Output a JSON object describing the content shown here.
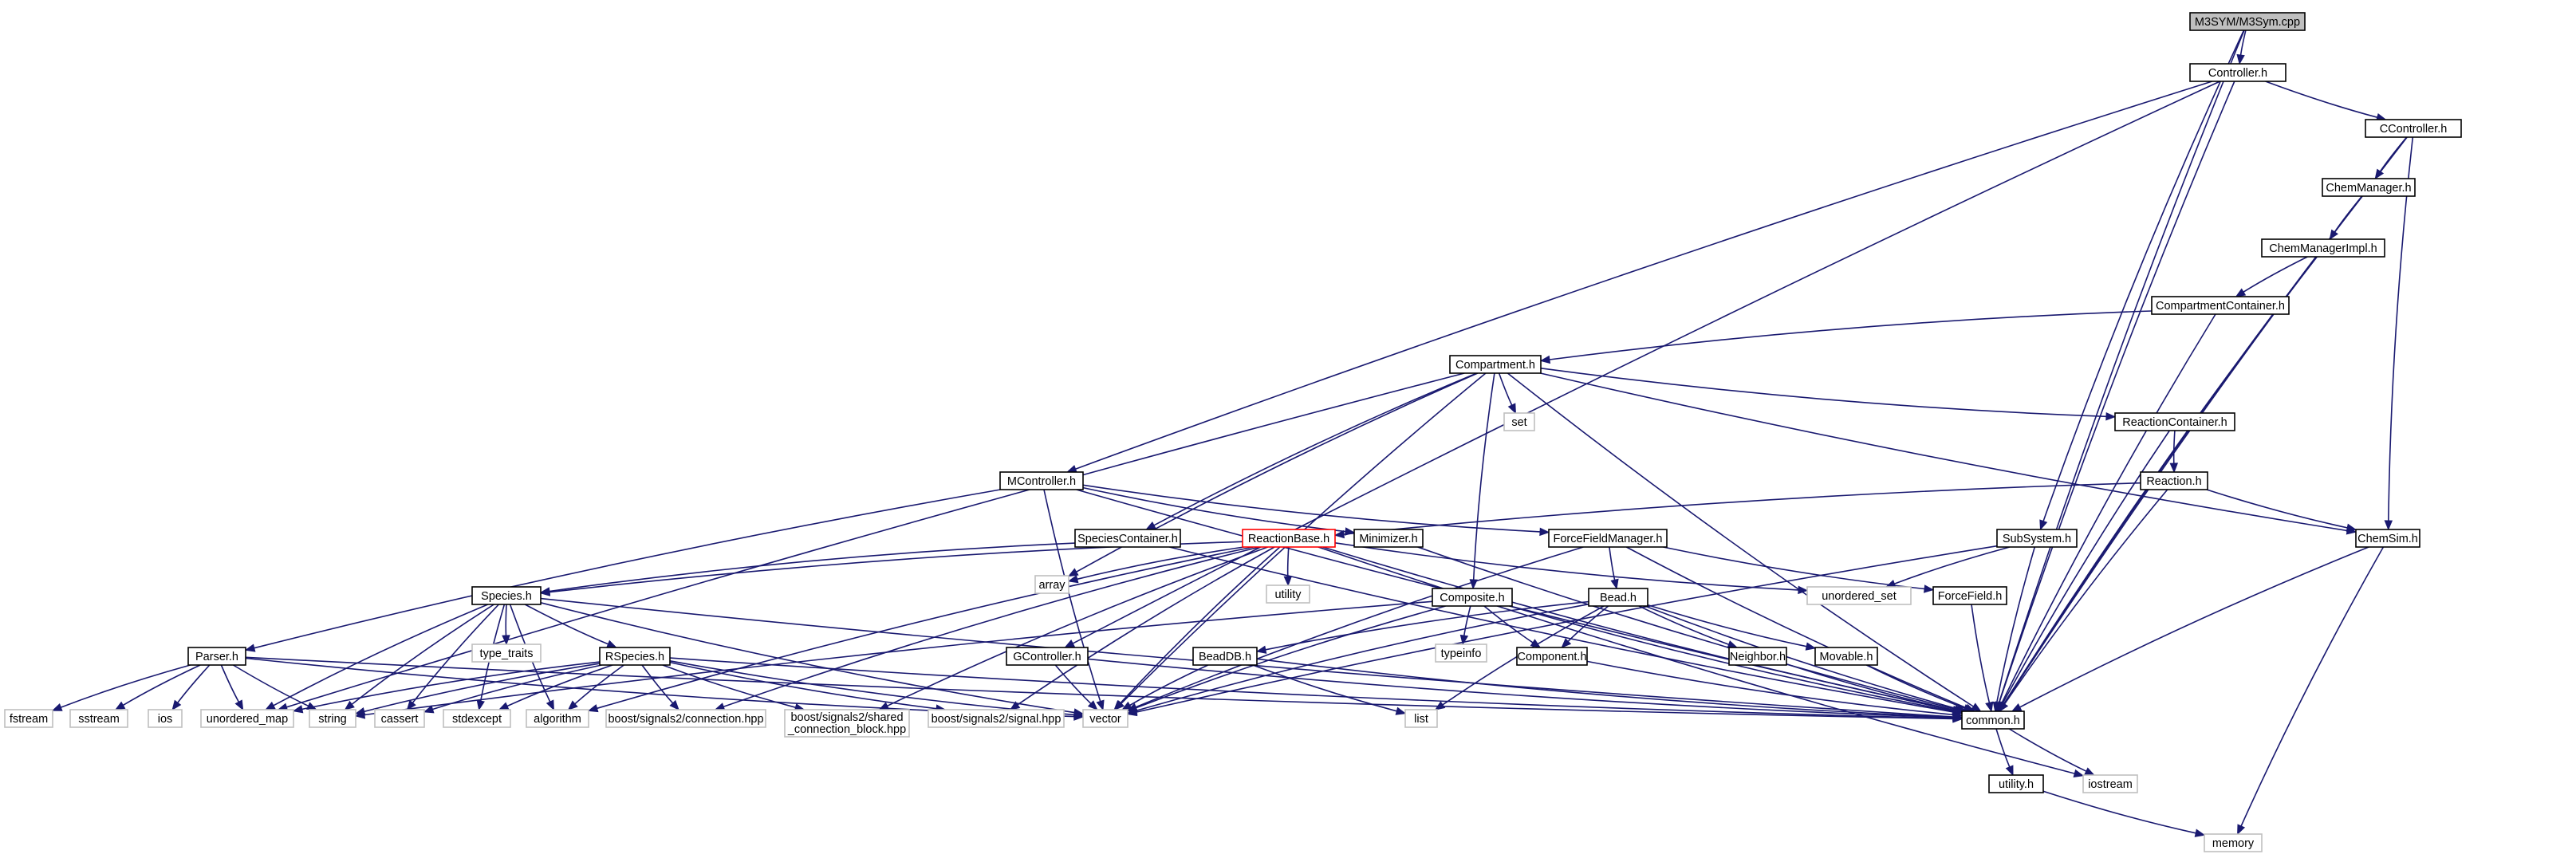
{
  "nodes": [
    {
      "id": "root",
      "label": "M3SYM/M3Sym.cpp",
      "kind": "root"
    },
    {
      "id": "controller",
      "label": "Controller.h",
      "kind": "normal"
    },
    {
      "id": "ccontroller",
      "label": "CController.h",
      "kind": "normal"
    },
    {
      "id": "chemmanager",
      "label": "ChemManager.h",
      "kind": "normal"
    },
    {
      "id": "chemmanagerimpl",
      "label": "ChemManagerImpl.h",
      "kind": "normal"
    },
    {
      "id": "compartmentcontainer",
      "label": "CompartmentContainer.h",
      "kind": "normal"
    },
    {
      "id": "compartment",
      "label": "Compartment.h",
      "kind": "normal"
    },
    {
      "id": "set",
      "label": "set",
      "kind": "system"
    },
    {
      "id": "reactioncontainer",
      "label": "ReactionContainer.h",
      "kind": "normal"
    },
    {
      "id": "reaction",
      "label": "Reaction.h",
      "kind": "normal"
    },
    {
      "id": "mcontroller",
      "label": "MController.h",
      "kind": "normal"
    },
    {
      "id": "speciescontainer",
      "label": "SpeciesContainer.h",
      "kind": "normal"
    },
    {
      "id": "reactionbase",
      "label": "ReactionBase.h",
      "kind": "highlight"
    },
    {
      "id": "minimizer",
      "label": "Minimizer.h",
      "kind": "normal"
    },
    {
      "id": "forcefieldmanager",
      "label": "ForceFieldManager.h",
      "kind": "normal"
    },
    {
      "id": "subsystem",
      "label": "SubSystem.h",
      "kind": "normal"
    },
    {
      "id": "chemsim",
      "label": "ChemSim.h",
      "kind": "normal"
    },
    {
      "id": "array",
      "label": "array",
      "kind": "system"
    },
    {
      "id": "utility",
      "label": "utility",
      "kind": "system"
    },
    {
      "id": "unordered_set",
      "label": "unordered_set",
      "kind": "system"
    },
    {
      "id": "forcefield",
      "label": "ForceField.h",
      "kind": "normal"
    },
    {
      "id": "species",
      "label": "Species.h",
      "kind": "normal"
    },
    {
      "id": "composite",
      "label": "Composite.h",
      "kind": "normal"
    },
    {
      "id": "bead",
      "label": "Bead.h",
      "kind": "normal"
    },
    {
      "id": "type_traits",
      "label": "type_traits",
      "kind": "system"
    },
    {
      "id": "typeinfo",
      "label": "typeinfo",
      "kind": "system"
    },
    {
      "id": "parser",
      "label": "Parser.h",
      "kind": "normal"
    },
    {
      "id": "rspecies",
      "label": "RSpecies.h",
      "kind": "normal"
    },
    {
      "id": "gcontroller",
      "label": "GController.h",
      "kind": "normal"
    },
    {
      "id": "beaddb",
      "label": "BeadDB.h",
      "kind": "normal"
    },
    {
      "id": "component",
      "label": "Component.h",
      "kind": "normal"
    },
    {
      "id": "neighbor",
      "label": "Neighbor.h",
      "kind": "normal"
    },
    {
      "id": "movable",
      "label": "Movable.h",
      "kind": "normal"
    },
    {
      "id": "fstream",
      "label": "fstream",
      "kind": "system"
    },
    {
      "id": "sstream",
      "label": "sstream",
      "kind": "system"
    },
    {
      "id": "ios",
      "label": "ios",
      "kind": "system"
    },
    {
      "id": "unordered_map",
      "label": "unordered_map",
      "kind": "system"
    },
    {
      "id": "string",
      "label": "string",
      "kind": "system"
    },
    {
      "id": "cassert",
      "label": "cassert",
      "kind": "system"
    },
    {
      "id": "stdexcept",
      "label": "stdexcept",
      "kind": "system"
    },
    {
      "id": "algorithm",
      "label": "algorithm",
      "kind": "system"
    },
    {
      "id": "bs2connection",
      "label": "boost/signals2/connection.hpp",
      "kind": "system"
    },
    {
      "id": "bs2shared",
      "label": "boost/signals2/shared_connection_block.hpp",
      "lines": [
        "boost/signals2/shared",
        "_connection_block.hpp"
      ],
      "kind": "system"
    },
    {
      "id": "bs2signal",
      "label": "boost/signals2/signal.hpp",
      "kind": "system"
    },
    {
      "id": "vector",
      "label": "vector",
      "kind": "system"
    },
    {
      "id": "list",
      "label": "list",
      "kind": "system"
    },
    {
      "id": "common",
      "label": "common.h",
      "kind": "normal"
    },
    {
      "id": "iostream",
      "label": "iostream",
      "kind": "system"
    },
    {
      "id": "utilityh",
      "label": "utility.h",
      "kind": "normal"
    },
    {
      "id": "memory",
      "label": "memory",
      "kind": "system"
    }
  ],
  "edges": [
    [
      "root",
      "controller"
    ],
    [
      "root",
      "subsystem"
    ],
    [
      "root",
      "common"
    ],
    [
      "controller",
      "ccontroller"
    ],
    [
      "controller",
      "mcontroller"
    ],
    [
      "controller",
      "gcontroller"
    ],
    [
      "controller",
      "common"
    ],
    [
      "ccontroller",
      "chemmanager"
    ],
    [
      "ccontroller",
      "chemsim"
    ],
    [
      "ccontroller",
      "common"
    ],
    [
      "chemmanager",
      "chemmanagerimpl"
    ],
    [
      "chemmanager",
      "common"
    ],
    [
      "chemmanagerimpl",
      "compartmentcontainer"
    ],
    [
      "chemmanagerimpl",
      "common"
    ],
    [
      "compartmentcontainer",
      "compartment"
    ],
    [
      "compartmentcontainer",
      "common"
    ],
    [
      "compartment",
      "set"
    ],
    [
      "compartment",
      "reactioncontainer"
    ],
    [
      "compartment",
      "speciescontainer"
    ],
    [
      "compartment",
      "composite"
    ],
    [
      "compartment",
      "chemsim"
    ],
    [
      "compartment",
      "array"
    ],
    [
      "compartment",
      "unordered_map"
    ],
    [
      "compartment",
      "vector"
    ],
    [
      "compartment",
      "common"
    ],
    [
      "reactioncontainer",
      "reaction"
    ],
    [
      "reactioncontainer",
      "common"
    ],
    [
      "reaction",
      "reactionbase"
    ],
    [
      "reaction",
      "chemsim"
    ],
    [
      "reaction",
      "common"
    ],
    [
      "mcontroller",
      "parser"
    ],
    [
      "mcontroller",
      "minimizer"
    ],
    [
      "mcontroller",
      "forcefieldmanager"
    ],
    [
      "mcontroller",
      "vector"
    ],
    [
      "mcontroller",
      "common"
    ],
    [
      "speciescontainer",
      "species"
    ],
    [
      "speciescontainer",
      "common"
    ],
    [
      "reactionbase",
      "species"
    ],
    [
      "reactionbase",
      "array"
    ],
    [
      "reactionbase",
      "utility"
    ],
    [
      "reactionbase",
      "unordered_set"
    ],
    [
      "reactionbase",
      "iostream"
    ],
    [
      "reactionbase",
      "vector"
    ],
    [
      "reactionbase",
      "bs2connection"
    ],
    [
      "reactionbase",
      "bs2shared"
    ],
    [
      "reactionbase",
      "bs2signal"
    ],
    [
      "reactionbase",
      "algorithm"
    ],
    [
      "reactionbase",
      "common"
    ],
    [
      "minimizer",
      "common"
    ],
    [
      "forcefieldmanager",
      "forcefield"
    ],
    [
      "forcefieldmanager",
      "bead"
    ],
    [
      "forcefieldmanager",
      "vector"
    ],
    [
      "forcefieldmanager",
      "common"
    ],
    [
      "subsystem",
      "unordered_set"
    ],
    [
      "subsystem",
      "vector"
    ],
    [
      "subsystem",
      "common"
    ],
    [
      "chemsim",
      "memory"
    ],
    [
      "chemsim",
      "common"
    ],
    [
      "forcefield",
      "common"
    ],
    [
      "species",
      "rspecies"
    ],
    [
      "species",
      "type_traits"
    ],
    [
      "species",
      "unordered_map"
    ],
    [
      "species",
      "string"
    ],
    [
      "species",
      "cassert"
    ],
    [
      "species",
      "stdexcept"
    ],
    [
      "species",
      "algorithm"
    ],
    [
      "species",
      "vector"
    ],
    [
      "species",
      "common"
    ],
    [
      "composite",
      "component"
    ],
    [
      "composite",
      "typeinfo"
    ],
    [
      "composite",
      "vector"
    ],
    [
      "composite",
      "string"
    ],
    [
      "composite",
      "common"
    ],
    [
      "bead",
      "beaddb"
    ],
    [
      "bead",
      "component"
    ],
    [
      "bead",
      "neighbor"
    ],
    [
      "bead",
      "movable"
    ],
    [
      "bead",
      "list"
    ],
    [
      "bead",
      "vector"
    ],
    [
      "bead",
      "common"
    ],
    [
      "parser",
      "fstream"
    ],
    [
      "parser",
      "sstream"
    ],
    [
      "parser",
      "ios"
    ],
    [
      "parser",
      "unordered_map"
    ],
    [
      "parser",
      "string"
    ],
    [
      "parser",
      "vector"
    ],
    [
      "parser",
      "common"
    ],
    [
      "rspecies",
      "unordered_map"
    ],
    [
      "rspecies",
      "string"
    ],
    [
      "rspecies",
      "cassert"
    ],
    [
      "rspecies",
      "stdexcept"
    ],
    [
      "rspecies",
      "algorithm"
    ],
    [
      "rspecies",
      "bs2connection"
    ],
    [
      "rspecies",
      "bs2shared"
    ],
    [
      "rspecies",
      "bs2signal"
    ],
    [
      "rspecies",
      "vector"
    ],
    [
      "rspecies",
      "common"
    ],
    [
      "gcontroller",
      "vector"
    ],
    [
      "gcontroller",
      "common"
    ],
    [
      "beaddb",
      "list"
    ],
    [
      "beaddb",
      "vector"
    ],
    [
      "beaddb",
      "common"
    ],
    [
      "component",
      "common"
    ],
    [
      "neighbor",
      "common"
    ],
    [
      "movable",
      "common"
    ],
    [
      "common",
      "iostream"
    ],
    [
      "common",
      "utilityh"
    ],
    [
      "utilityh",
      "memory"
    ]
  ]
}
